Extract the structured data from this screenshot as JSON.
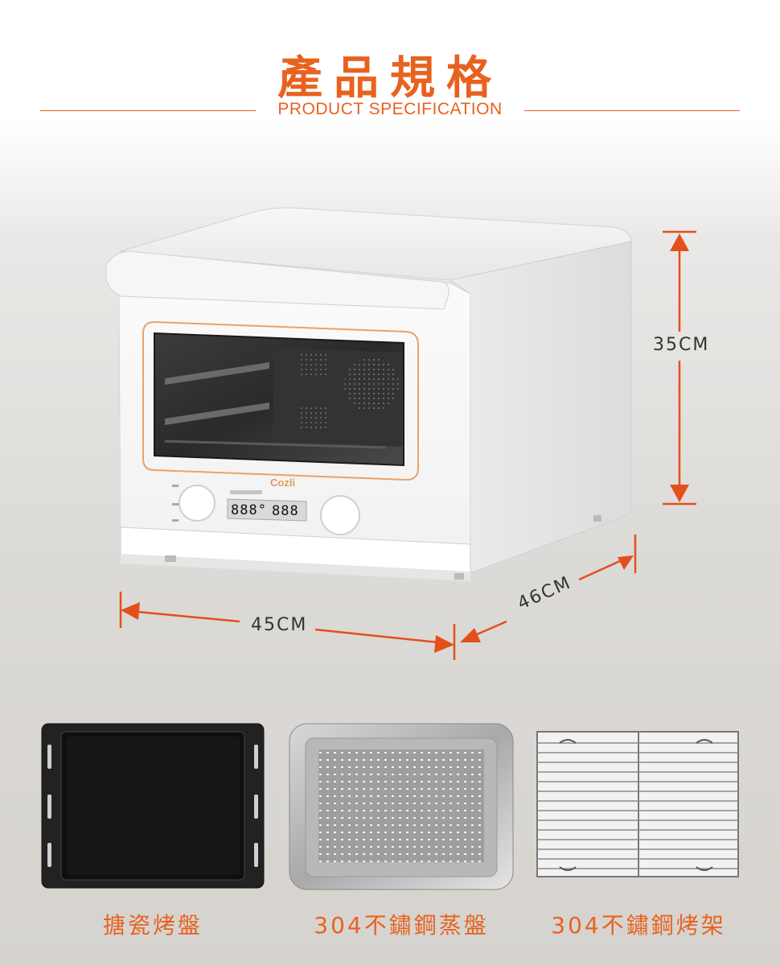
{
  "header": {
    "title_zh": "產品規格",
    "title_en": "PRODUCT SPECIFICATION"
  },
  "dimensions": {
    "height": "35CM",
    "width": "45CM",
    "depth": "46CM"
  },
  "oven": {
    "brand": "Cozli",
    "display_left": "888°",
    "display_right": "888"
  },
  "accessories": [
    {
      "label": "搪瓷烤盤"
    },
    {
      "label": "304不鏽鋼蒸盤"
    },
    {
      "label": "304不鏽鋼烤架"
    }
  ],
  "colors": {
    "accent": "#e8621f",
    "dimension_line": "#e3501a"
  }
}
